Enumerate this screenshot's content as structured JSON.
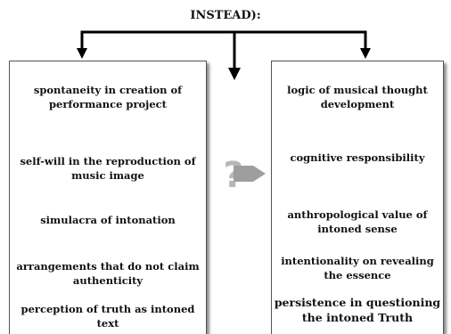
{
  "title": "INSTEAD):",
  "left_items": [
    "spontaneity in creation of performance project",
    "self-will in the reproduction of  music image",
    "simulacra of intonation",
    "arrangements that do not claim authenticity",
    "perception of truth as intoned text"
  ],
  "right_items": [
    "logic of musical thought development",
    "cognitive responsibility",
    "anthropological value of intoned sense",
    "intentionality on revealing the essence",
    "persistence in questioning the intoned Truth"
  ],
  "center_symbol": "?",
  "colors": {
    "arrow": "#000000",
    "question_mark": "#b8b8b8",
    "pointer": "#9e9e9e"
  }
}
